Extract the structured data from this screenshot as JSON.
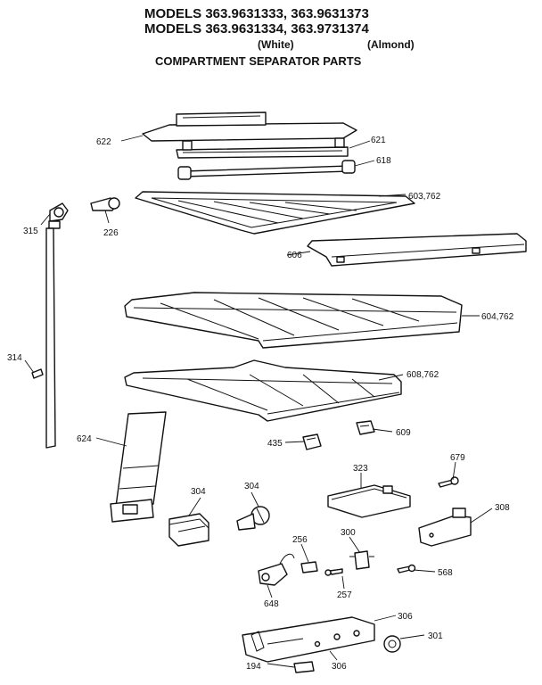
{
  "header": {
    "line1": "MODELS 363.9631333, 363.9631373",
    "line2": "MODELS 363.9631334, 363.9731374",
    "color_white": "(White)",
    "color_almond": "(Almond)",
    "title": "COMPARTMENT SEPARATOR PARTS"
  },
  "callouts": {
    "c622": "622",
    "c621": "621",
    "c618": "618",
    "c315": "315",
    "c226": "226",
    "c603": "603,762",
    "c606": "606",
    "c604": "604,762",
    "c314": "314",
    "c608": "608,762",
    "c624": "624",
    "c435": "435",
    "c609": "609",
    "c679": "679",
    "c323": "323",
    "c304a": "304",
    "c304b": "304",
    "c308": "308",
    "c256": "256",
    "c300": "300",
    "c568": "568",
    "c257": "257",
    "c648": "648",
    "c306a": "306",
    "c301": "301",
    "c194": "194",
    "c306b": "306"
  }
}
